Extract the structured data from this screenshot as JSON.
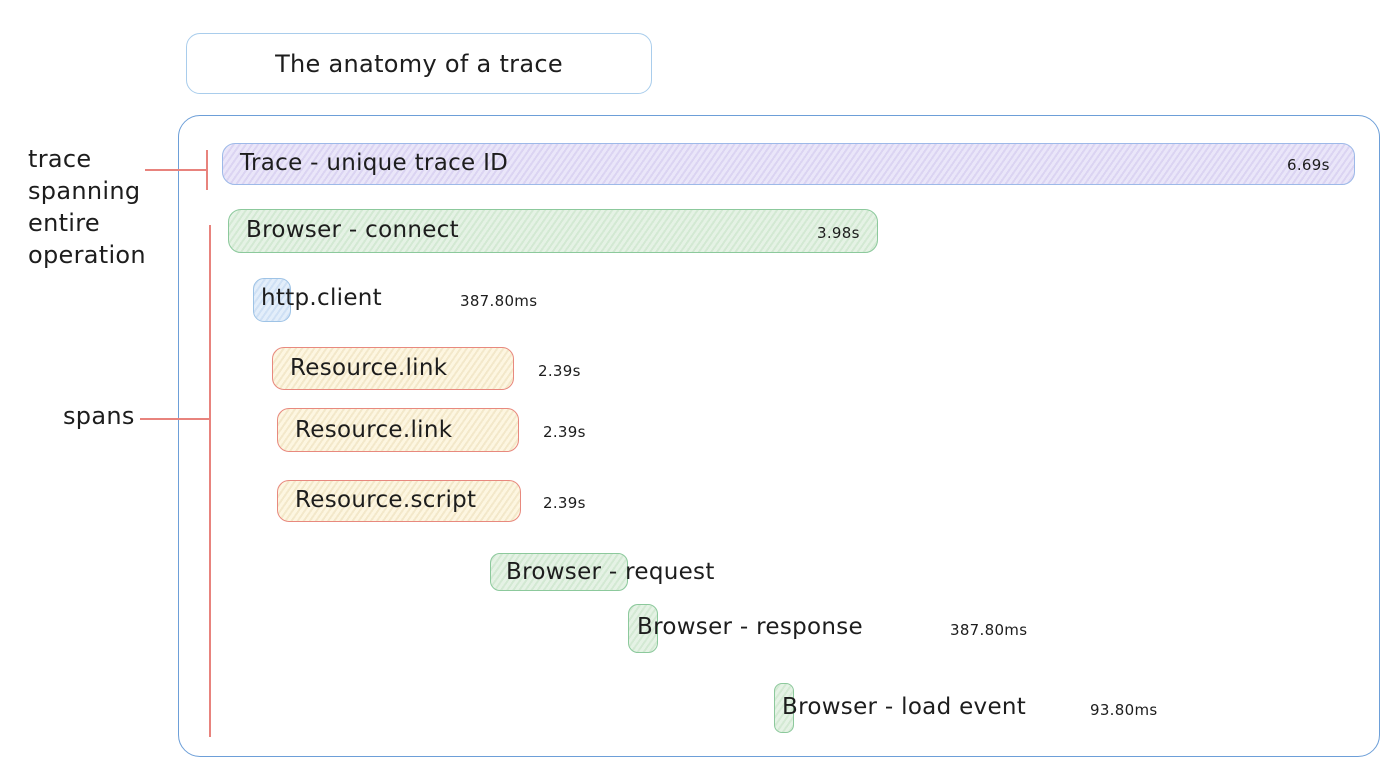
{
  "title": "The anatomy of a trace",
  "annotations": {
    "trace": "trace\nspanning\nentire\noperation",
    "spans": "spans"
  },
  "trace_bar": {
    "label": "Trace - unique trace ID",
    "duration": "6.69s"
  },
  "spans": [
    {
      "label": "Browser - connect",
      "duration": "3.98s"
    },
    {
      "label": "http.client",
      "duration": "387.80ms"
    },
    {
      "label": "Resource.link",
      "duration": "2.39s"
    },
    {
      "label": "Resource.link",
      "duration": "2.39s"
    },
    {
      "label": "Resource.script",
      "duration": "2.39s"
    },
    {
      "label": "Browser - request"
    },
    {
      "label": "Browser - response",
      "duration": "387.80ms"
    },
    {
      "label": "Browser - load event",
      "duration": "93.80ms"
    }
  ],
  "colors": {
    "frame_border": "#6d9fd8",
    "title_border": "#a9cdec",
    "trace_fill": "#e2dcf5",
    "trace_border": "#9db9e8",
    "span_green_fill": "#ddeedd",
    "span_green_border": "#8cc99c",
    "span_cream_fill": "#fbf2d9",
    "span_cream_border": "#e8897e",
    "span_blue_fill": "#dae8f7",
    "span_blue_border": "#9ec3e6",
    "annotation_line": "#e8837d",
    "text": "#1d1d1d"
  }
}
